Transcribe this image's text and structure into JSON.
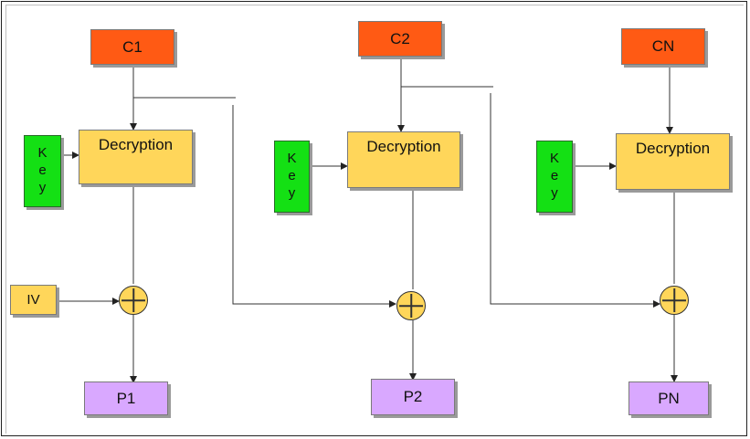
{
  "blocks": [
    {
      "ciphertext": "C1",
      "decrypt": "Decryption",
      "key": "Key",
      "plaintext": "P1"
    },
    {
      "ciphertext": "C2",
      "decrypt": "Decryption",
      "key": "Key",
      "plaintext": "P2"
    },
    {
      "ciphertext": "CN",
      "decrypt": "Decryption",
      "key": "Key",
      "plaintext": "PN"
    }
  ],
  "iv": "IV",
  "colors": {
    "ciphertext": "#ff5a14",
    "decryption": "#ffd65a",
    "key": "#14e014",
    "plaintext": "#d9a8ff",
    "iv": "#ffd65a",
    "xor": "#ffd65a"
  }
}
